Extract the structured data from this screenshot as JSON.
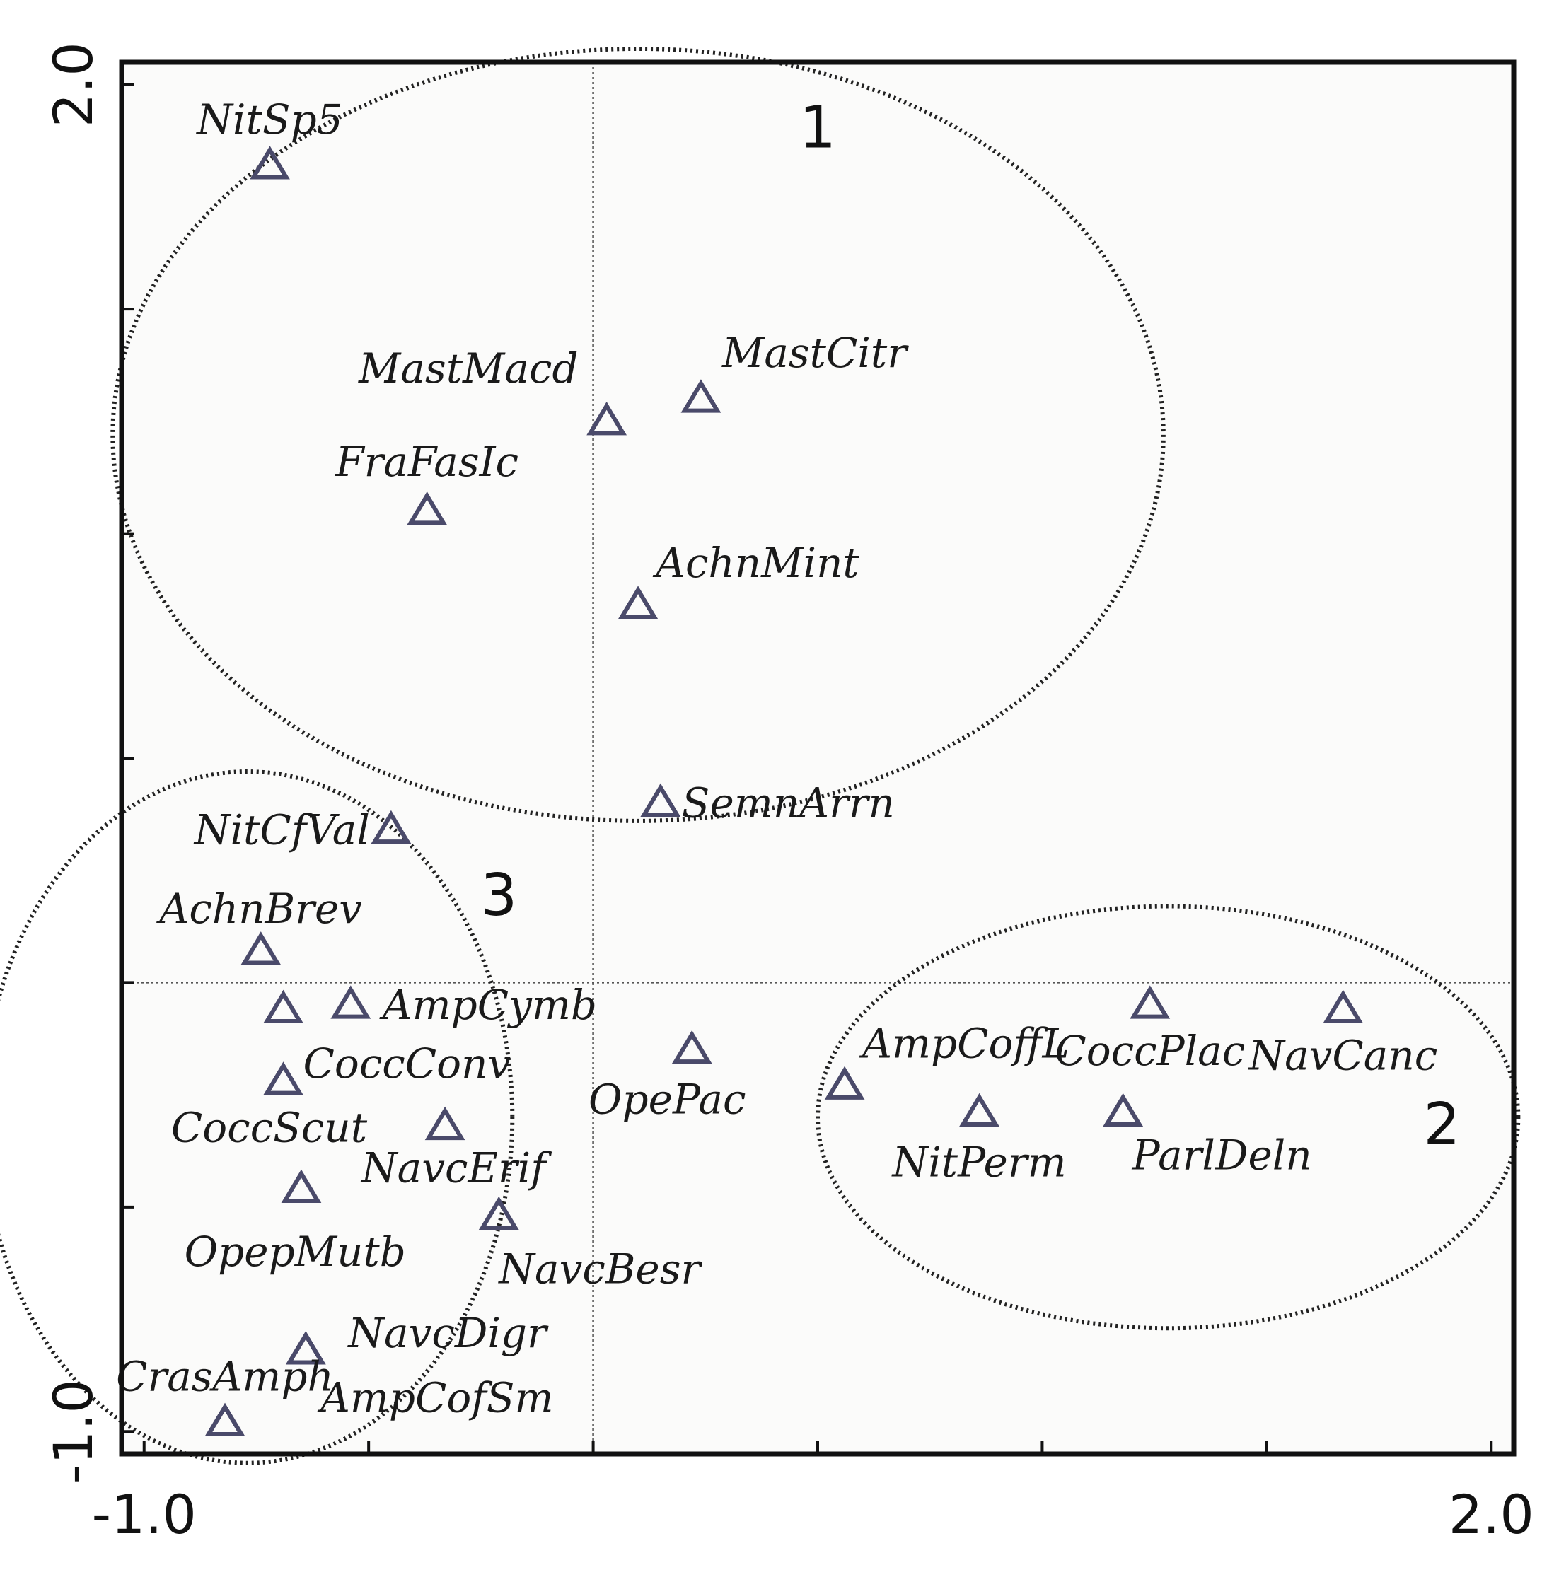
{
  "chart_data": {
    "type": "scatter",
    "title": "",
    "xlabel": "",
    "ylabel": "",
    "xlim": [
      -1.05,
      2.05
    ],
    "ylim": [
      -1.05,
      2.05
    ],
    "x_ticks": [
      -1.0,
      -0.5,
      0.0,
      0.5,
      1.0,
      1.5,
      2.0
    ],
    "y_ticks": [
      -1.0,
      -0.5,
      0.0,
      0.5,
      1.0,
      1.5,
      2.0
    ],
    "x_tick_labels": [
      "-1.0",
      "2.0"
    ],
    "y_tick_labels": [
      "2.0",
      "-1.0"
    ],
    "reference_lines": {
      "x": 0.0,
      "y": 0.0
    },
    "grid": false,
    "colors": {
      "marker": "#4a4a6a",
      "text": "#1a1a1a",
      "frame": "#111111",
      "ellipse": "#222222"
    },
    "marker": "triangle",
    "groups": [
      {
        "label": "1",
        "center": [
          0.1,
          1.22
        ],
        "radii": [
          1.17,
          0.86
        ],
        "label_pos": [
          0.5,
          1.86
        ]
      },
      {
        "label": "2",
        "center": [
          1.28,
          -0.3
        ],
        "radii": [
          0.78,
          0.47
        ],
        "label_pos": [
          1.89,
          -0.36
        ]
      },
      {
        "label": "3",
        "center": [
          -0.77,
          -0.3
        ],
        "radii": [
          0.59,
          0.77
        ],
        "label_pos": [
          -0.21,
          0.15
        ]
      }
    ],
    "points": [
      {
        "name": "NitSp5",
        "x": -0.72,
        "y": 1.82
      },
      {
        "name": "MastMacd",
        "x": 0.03,
        "y": 1.25
      },
      {
        "name": "MastCitr",
        "x": 0.24,
        "y": 1.3
      },
      {
        "name": "FraFasIc",
        "x": -0.37,
        "y": 1.05
      },
      {
        "name": "AchnMint",
        "x": 0.1,
        "y": 0.84
      },
      {
        "name": "SemnArrn",
        "x": 0.15,
        "y": 0.4
      },
      {
        "name": "NitCfVal",
        "x": -0.45,
        "y": 0.34
      },
      {
        "name": "AchnBrev",
        "x": -0.74,
        "y": 0.07
      },
      {
        "name": "",
        "x": -0.69,
        "y": -0.06
      },
      {
        "name": "AmpCymb",
        "x": -0.54,
        "y": -0.05
      },
      {
        "name": "CoccConv",
        "x": -0.69,
        "y": -0.22
      },
      {
        "name": "OpePac",
        "x": 0.22,
        "y": -0.15
      },
      {
        "name": "CoccScut",
        "x": -0.33,
        "y": -0.32
      },
      {
        "name": "NavcErif",
        "x": -0.65,
        "y": -0.46
      },
      {
        "name": "NavcBesr",
        "x": -0.21,
        "y": -0.52
      },
      {
        "name": "OpepMutb",
        "x": -0.64,
        "y": -0.82
      },
      {
        "name": "NavcDigr",
        "x": -0.64,
        "y": -0.82
      },
      {
        "name": "CrasAmph",
        "x": -0.82,
        "y": -0.98
      },
      {
        "name": "AmpCofSm",
        "x": -0.82,
        "y": -0.98
      },
      {
        "name": "AmpCoffL",
        "x": 0.56,
        "y": -0.23
      },
      {
        "name": "NitPerm",
        "x": 0.86,
        "y": -0.29
      },
      {
        "name": "CoccPlac",
        "x": 1.24,
        "y": -0.05
      },
      {
        "name": "ParlDeln",
        "x": 1.18,
        "y": -0.29
      },
      {
        "name": "NavCanc",
        "x": 1.67,
        "y": -0.06
      }
    ]
  }
}
